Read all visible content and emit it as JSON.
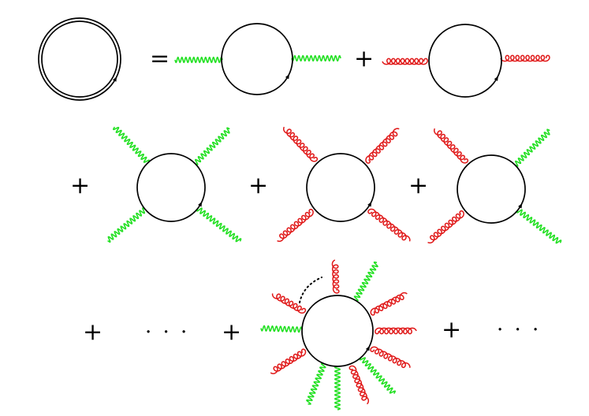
{
  "colors": {
    "photon": "#22e022",
    "gluon": "#e01818",
    "loop": "#000000",
    "background": "#ffffff"
  },
  "glyph_names": {
    "photon": "wavy-line",
    "gluon": "curly-line",
    "omitted_legs": "dotted-arc"
  },
  "symbols": {
    "equals": "=",
    "plus": "+",
    "ellipsis": "· · ·"
  }
}
